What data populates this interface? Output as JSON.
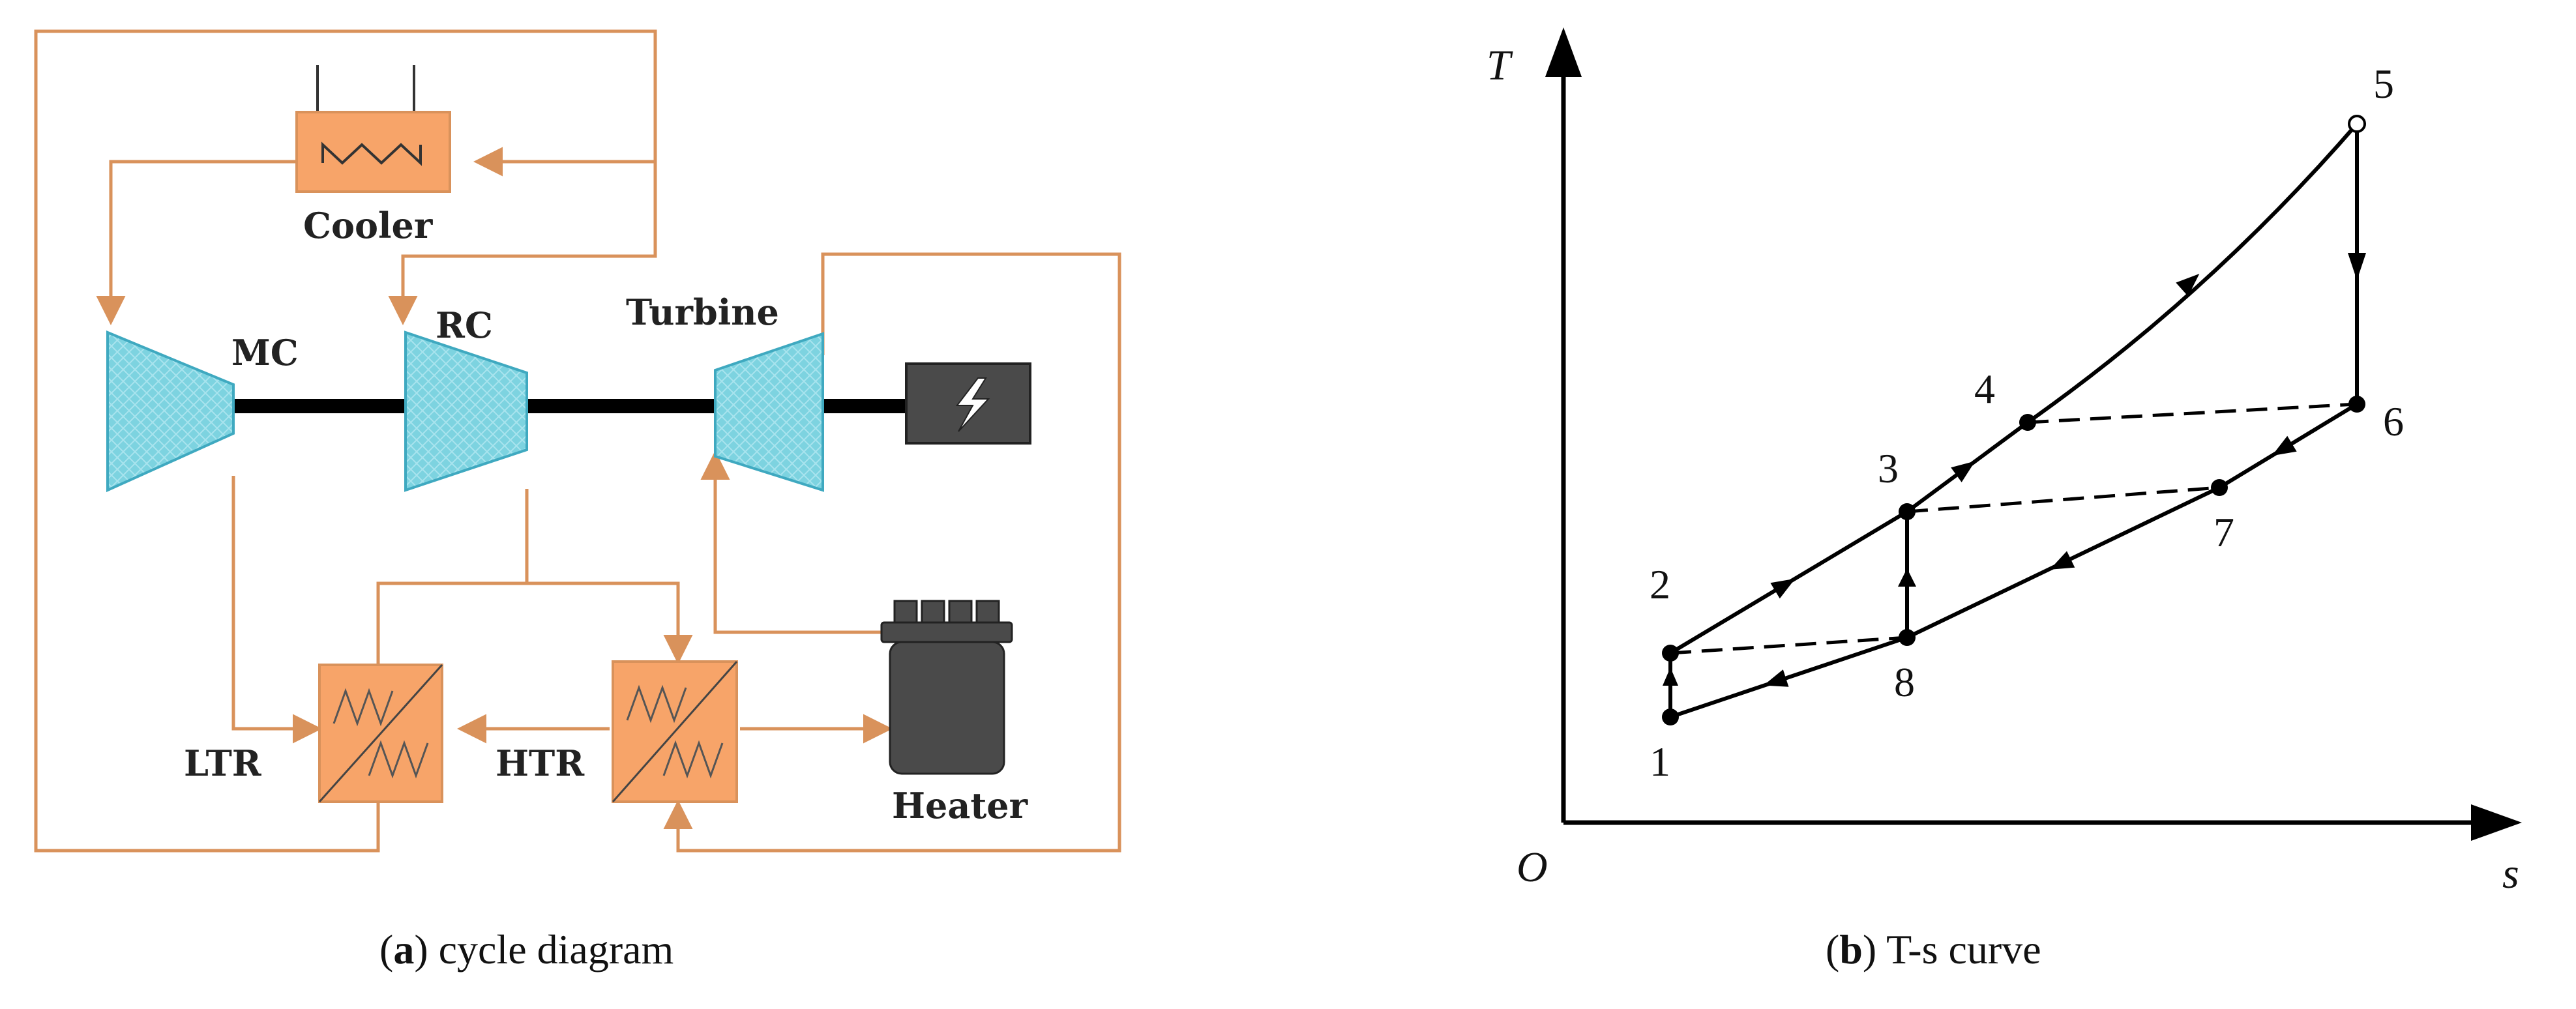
{
  "colors": {
    "pipe": "#D9925B",
    "exchanger_fill": "#F7A469",
    "exchanger_stroke": "#D9925B",
    "compressor_fill": "#7DD3E0",
    "compressor_stroke": "#3FA9C0",
    "dark_equipment": "#4A4A4A",
    "line": "#000000"
  },
  "panel_a": {
    "components": {
      "cooler": "Cooler",
      "mc": "MC",
      "rc": "RC",
      "turbine": "Turbine",
      "ltr": "LTR",
      "htr": "HTR",
      "heater": "Heater"
    },
    "generator_icon": "lightning-bolt-icon",
    "caption_letter": "a",
    "caption_text": " cycle diagram"
  },
  "panel_b": {
    "axis_y": "T",
    "axis_x": "s",
    "origin": "O",
    "points": [
      "1",
      "2",
      "3",
      "4",
      "5",
      "6",
      "7",
      "8"
    ],
    "caption_letter": "b",
    "caption_text": " T-s curve"
  }
}
